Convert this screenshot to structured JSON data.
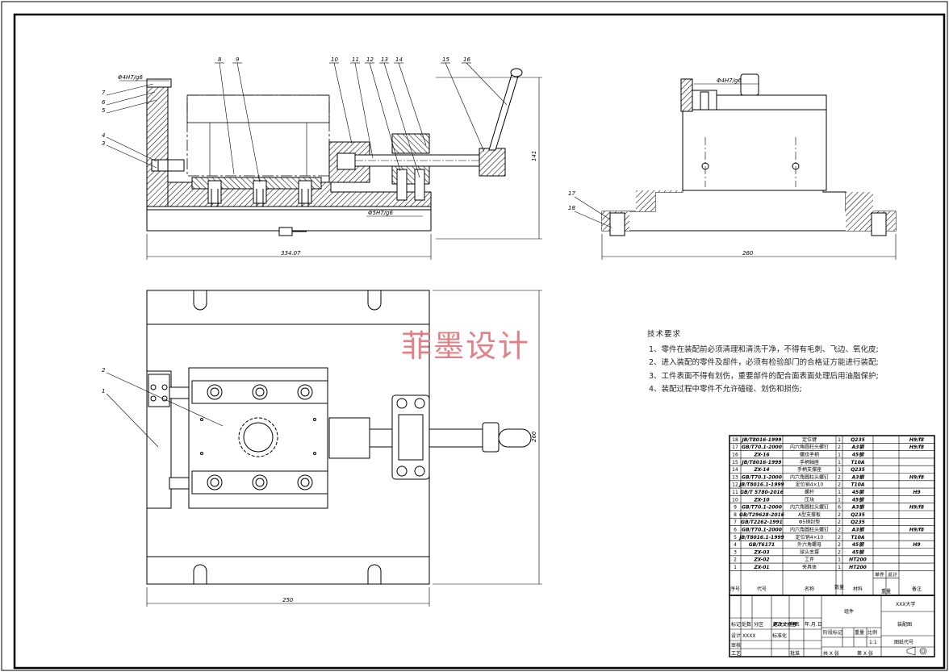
{
  "watermark": "菲墨设计",
  "notes": {
    "title": "技术要求",
    "items": [
      "1、零件在装配前必须清理和清洗干净，不得有毛刺、飞边、氧化皮;",
      "2、进入装配的零件及部件，必须有检验部门的合格证方能进行装配;",
      "3、工件表面不得有划伤，重要部件的配合面表面处理后用油脂保护;",
      "4、装配过程中零件不允许磕碰、划伤和损伤;"
    ]
  },
  "front_view": {
    "callouts": [
      "8",
      "9",
      "10",
      "11",
      "12",
      "13",
      "14",
      "15",
      "16"
    ],
    "left_callouts": [
      "7",
      "6",
      "5",
      "4",
      "3"
    ],
    "fit_top": "Φ4H7/g6",
    "fit_bottom": "Φ5H7/g6",
    "dim_width": "334.07",
    "dim_height": "141"
  },
  "side_view": {
    "fit": "Φ4H7/g6",
    "callouts": [
      "17",
      "18"
    ],
    "dim_width": "260"
  },
  "top_view": {
    "callouts": [
      "2",
      "1"
    ],
    "dim_width": "250",
    "dim_height": "260"
  },
  "bom": {
    "rows": [
      {
        "no": "18",
        "code": "JB/T8016-1999",
        "name": "定位键",
        "qty": "1",
        "mat": "Q235",
        "note": "H9/f8"
      },
      {
        "no": "17",
        "code": "GB/T70.1-2000",
        "name": "内六角圆柱头螺钉",
        "qty": "2",
        "mat": "A3钢",
        "note": "H9/f8"
      },
      {
        "no": "16",
        "code": "ZX-16",
        "name": "螺纹手柄",
        "qty": "1",
        "mat": "45钢",
        "note": ""
      },
      {
        "no": "15",
        "code": "JB/T8016-1999",
        "name": "手柄轴座",
        "qty": "1",
        "mat": "T10A",
        "note": ""
      },
      {
        "no": "14",
        "code": "ZX-14",
        "name": "手柄支撑座",
        "qty": "1",
        "mat": "Q235",
        "note": ""
      },
      {
        "no": "13",
        "code": "GB/T70.1-2000",
        "name": "内六角圆柱头螺钉",
        "qty": "2",
        "mat": "A3钢",
        "note": "H9/f8"
      },
      {
        "no": "12",
        "code": "JB/T8016.1-1999",
        "name": "定位销4×10",
        "qty": "2",
        "mat": "T10A",
        "note": ""
      },
      {
        "no": "11",
        "code": "GB/T 5780-2016",
        "name": "螺杆",
        "qty": "1",
        "mat": "45钢",
        "note": "H9"
      },
      {
        "no": "10",
        "code": "ZX-10",
        "name": "压块",
        "qty": "1",
        "mat": "45钢",
        "note": ""
      },
      {
        "no": "9",
        "code": "GB/T70.1-2000",
        "name": "内六角圆柱头螺钉",
        "qty": "6",
        "mat": "A3钢",
        "note": "H9/f8"
      },
      {
        "no": "8",
        "code": "GB/T29628-2016",
        "name": "A型支撑板",
        "qty": "2",
        "mat": "Q235",
        "note": ""
      },
      {
        "no": "7",
        "code": "GB/T2262-1991",
        "name": "Φ5销封垫",
        "qty": "2",
        "mat": "Q235",
        "note": ""
      },
      {
        "no": "6",
        "code": "GB/T70.1-2000",
        "name": "内六角圆柱头螺钉",
        "qty": "2",
        "mat": "A3钢",
        "note": "H9/f8"
      },
      {
        "no": "5",
        "code": "JB/T8016.1-1999",
        "name": "定位销4×10",
        "qty": "2",
        "mat": "T10A",
        "note": ""
      },
      {
        "no": "4",
        "code": "GB/T6171",
        "name": "外六角螺母",
        "qty": "2",
        "mat": "45钢",
        "note": "H9"
      },
      {
        "no": "3",
        "code": "ZX-03",
        "name": "球头支撑",
        "qty": "2",
        "mat": "45钢",
        "note": ""
      },
      {
        "no": "2",
        "code": "ZX-02",
        "name": "工件",
        "qty": "1",
        "mat": "HT200",
        "note": ""
      },
      {
        "no": "1",
        "code": "ZX-01",
        "name": "夹具体",
        "qty": "1",
        "mat": "HT200",
        "note": ""
      }
    ],
    "header": {
      "no": "序号",
      "code": "代号",
      "name": "名称",
      "qty": "数量",
      "mat": "材料",
      "unit_wt": "单件",
      "total_wt": "总计",
      "weight": "重量",
      "note": "备注"
    }
  },
  "title_block": {
    "school": "XXX大学",
    "part_name": "组件",
    "drawing_name": "装配图",
    "drawing_code": "图纸代号",
    "scale_label": "比例",
    "scale": "1:1",
    "stage_label": "阶段标记",
    "weight_label": "重量",
    "rows": [
      "标记",
      "处数",
      "分区",
      "更改文件号",
      "签名",
      "年.月.日"
    ],
    "design": "设计",
    "design_name": "XXXX",
    "std": "标准化",
    "check": "审核",
    "process": "工艺",
    "approve": "批准",
    "sheets": "共 X 张",
    "sheet": "第 X 张"
  }
}
